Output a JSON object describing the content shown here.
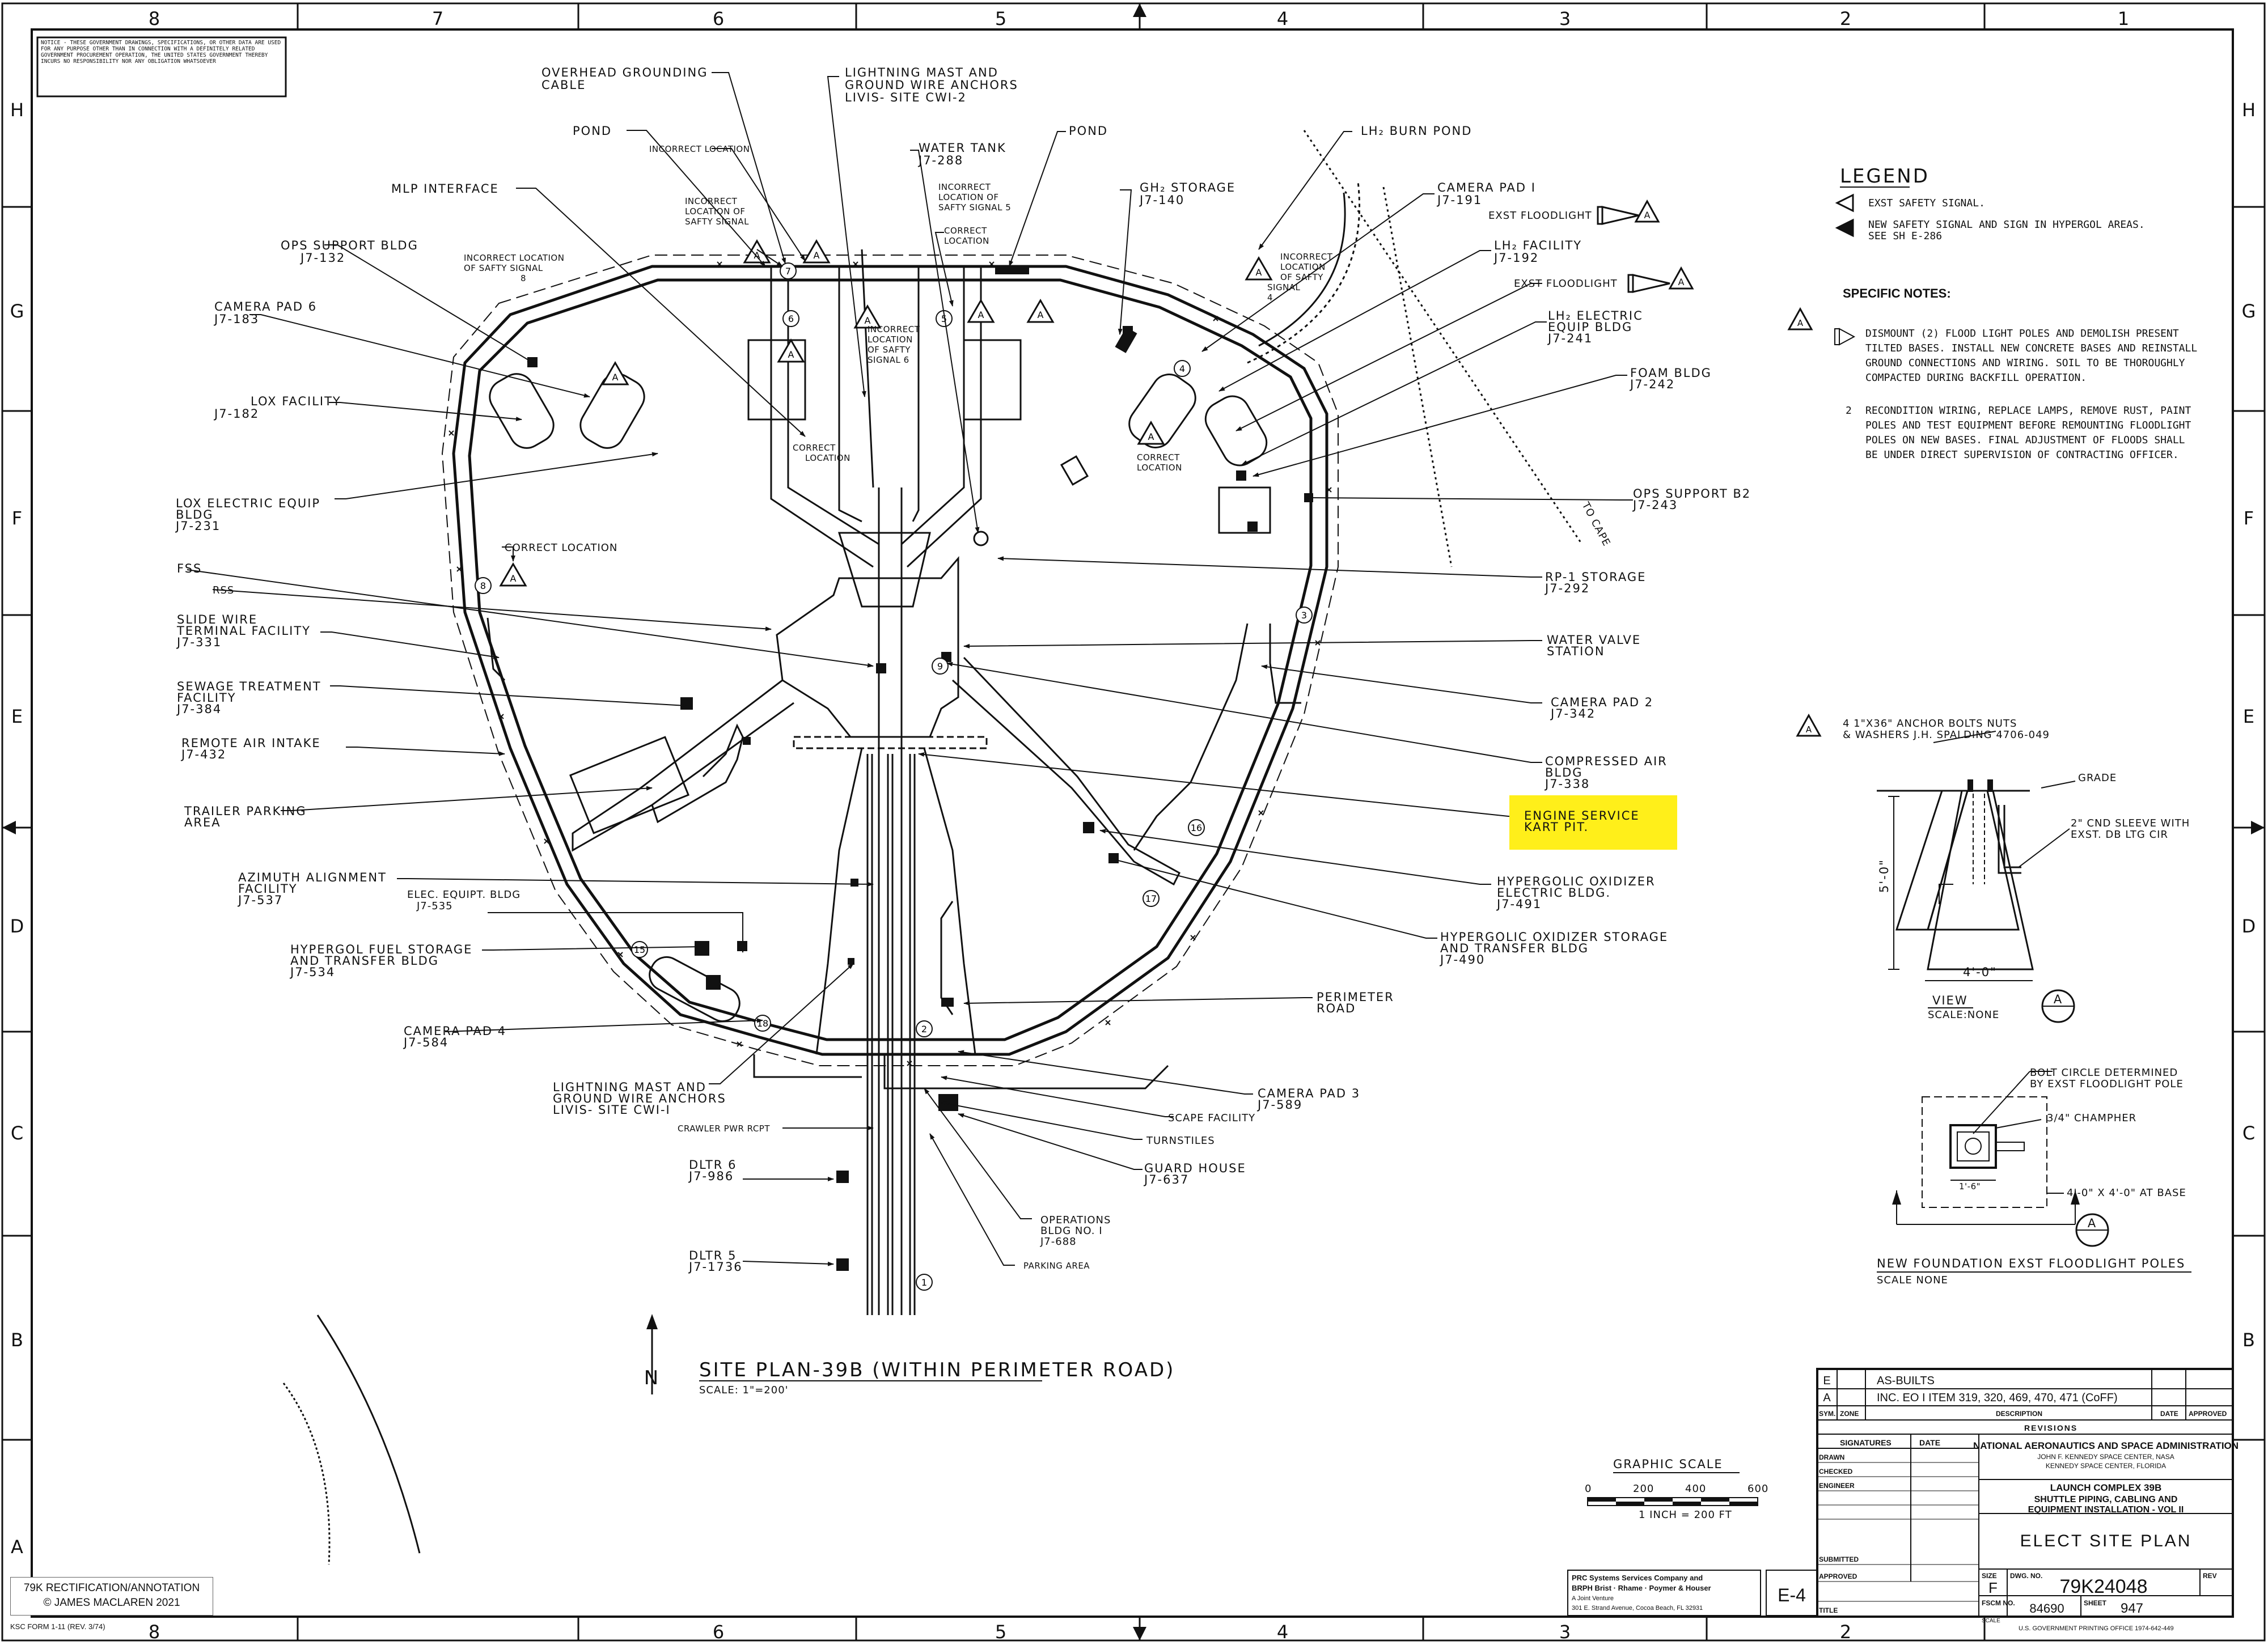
{
  "zones": {
    "columns": [
      "8",
      "7",
      "6",
      "5",
      "4",
      "3",
      "2",
      "1"
    ],
    "rows": [
      "H",
      "G",
      "F",
      "E",
      "D",
      "C",
      "B",
      "A"
    ]
  },
  "notice": "NOTICE - THESE GOVERNMENT DRAWINGS, SPECIFICATIONS, OR OTHER DATA ARE USED FOR ANY PURPOSE OTHER THAN IN CONNECTION WITH A DEFINITELY RELATED GOVERNMENT PROCUREMENT OPERATION, THE UNITED STATES GOVERNMENT THEREBY INCURS NO RESPONSIBILITY NOR ANY OBLIGATION WHATSOEVER",
  "site_labels": {
    "overhead_grounding": [
      "OVERHEAD GROUNDING",
      "CABLE"
    ],
    "lightning_mast_top": [
      "LIGHTNING MAST AND",
      "GROUND WIRE ANCHORS",
      "LIVIS- SITE CWI-2"
    ],
    "pond_left": "POND",
    "incorrect_location_1": "INCORRECT LOCATION",
    "water_tank": [
      "WATER TANK",
      "J7-288"
    ],
    "pond_right": "POND",
    "lh2_burn_pond": "LH₂ BURN POND",
    "mlp_interface": "MLP INTERFACE",
    "incorrect_location_safety_7": [
      "INCORRECT",
      "LOCATION OF",
      "SAFTY SIGNAL"
    ],
    "incorrect_location_safety_5": [
      "INCORRECT",
      "LOCATION OF",
      "SAFTY SIGNAL 5"
    ],
    "correct_location_top": [
      "CORRECT",
      "LOCATION"
    ],
    "gh2_storage": [
      "GH₂ STORAGE",
      "J7-140"
    ],
    "camera_pad_1": [
      "CAMERA PAD I",
      "J7-191"
    ],
    "exst_floodlight_1": "EXST FLOODLIGHT",
    "lh2_facility": [
      "LH₂ FACILITY",
      "J7-192"
    ],
    "exst_floodlight_2": "EXST FLOODLIGHT",
    "ops_support_bldg": [
      "OPS SUPPORT BLDG",
      "J7-132"
    ],
    "incorrect_location_safety_8": [
      "INCORRECT LOCATION",
      "OF SAFTY SIGNAL",
      "8"
    ],
    "incorrect_location_safety_4": [
      "INCORRECT",
      "LOCATION",
      "OF SAFTY",
      "SIGNAL",
      "4"
    ],
    "camera_pad_6": [
      "CAMERA PAD 6",
      "J7-183"
    ],
    "incorrect_location_safety_6": [
      "INCORRECT",
      "LOCATION",
      "OF SAFTY",
      "SIGNAL 6"
    ],
    "lh2_electric": [
      "LH₂ ELECTRIC",
      "EQUIP BLDG",
      "J7-241"
    ],
    "foam_bldg": [
      "FOAM BLDG",
      "J7-242"
    ],
    "lox_facility": [
      "LOX FACILITY",
      "J7-182"
    ],
    "correct_location_mid": [
      "CORRECT",
      "LOCATION"
    ],
    "correct_location_right": [
      "CORRECT",
      "LOCATION"
    ],
    "lox_electric": [
      "LOX ELECTRIC EQUIP",
      "BLDG",
      "J7-231"
    ],
    "ops_support_b2": [
      "OPS SUPPORT B2",
      "J7-243"
    ],
    "to_cape": "TO CAPE",
    "correct_location_left": "CORRECT LOCATION",
    "fss": "FSS",
    "rss": "RSS",
    "rp1_storage": [
      "RP-1 STORAGE",
      "J7-292"
    ],
    "slide_wire": [
      "SLIDE WIRE",
      "TERMINAL FACILITY",
      "J7-331"
    ],
    "water_valve": [
      "WATER VALVE",
      "STATION"
    ],
    "sewage_treatment": [
      "SEWAGE TREATMENT",
      "FACILITY",
      "J7-384"
    ],
    "camera_pad_2": [
      "CAMERA PAD 2",
      "J7-342"
    ],
    "remote_air_intake": [
      "REMOTE AIR INTAKE",
      "J7-432"
    ],
    "compressed_air": [
      "COMPRESSED AIR",
      "BLDG",
      "J7-338"
    ],
    "trailer_parking": [
      "TRAILER PARKING",
      "AREA"
    ],
    "engine_service": [
      "ENGINE SERVICE",
      "KART PIT."
    ],
    "azimuth_alignment": [
      "AZIMUTH ALIGNMENT",
      "FACILITY",
      "J7-537"
    ],
    "elec_equipt_bldg": [
      "ELEC. EQUIPT. BLDG",
      "J7-535"
    ],
    "hypergolic_oxidizer_elec": [
      "HYPERGOLIC OXIDIZER",
      "ELECTRIC BLDG.",
      "J7-491"
    ],
    "hypergolic_oxidizer_storage": [
      "HYPERGOLIC OXIDIZER STORAGE",
      "AND TRANSFER BLDG",
      "J7-490"
    ],
    "hypergol_fuel": [
      "HYPERGOL FUEL STORAGE",
      "AND TRANSFER BLDG",
      "J7-534"
    ],
    "perimeter_road": [
      "PERIMETER",
      "ROAD"
    ],
    "camera_pad_4": [
      "CAMERA PAD 4",
      "J7-584"
    ],
    "lightning_mast_bottom": [
      "LIGHTNING MAST AND",
      "GROUND WIRE ANCHORS",
      "LIVIS- SITE CWI-I"
    ],
    "camera_pad_3": [
      "CAMERA PAD 3",
      "J7-589"
    ],
    "scape_facility": "SCAPE FACILITY",
    "crawler_pwr": "CRAWLER PWR RCPT",
    "turnstiles": "TURNSTILES",
    "dltr_6": [
      "DLTR 6",
      "J7-986"
    ],
    "guard_house": [
      "GUARD HOUSE",
      "J7-637"
    ],
    "operations_bldg": [
      "OPERATIONS",
      "BLDG NO. I",
      "J7-688"
    ],
    "parking_area": "PARKING AREA",
    "dltr_5": [
      "DLTR 5",
      "J7-1736"
    ],
    "north": "N"
  },
  "plan_title": "SITE PLAN-39B (WITHIN PERIMETER ROAD)",
  "plan_scale": "SCALE: 1\"=200'",
  "legend": {
    "title": "LEGEND",
    "items": [
      "EXST SAFETY SIGNAL.",
      "NEW SAFETY SIGNAL AND SIGN IN HYPERGOL AREAS.",
      "SEE SH E-286"
    ],
    "notes_title": "SPECIFIC NOTES:",
    "note1": [
      "DISMOUNT (2) FLOOD LIGHT POLES AND DEMOLISH PRESENT",
      "TILTED BASES.  INSTALL NEW CONCRETE BASES AND REINSTALL",
      "GROUND CONNECTIONS AND WIRING.  SOIL TO BE THOROUGHLY",
      "COMPACTED DURING BACKFILL OPERATION."
    ],
    "note2_num": "2",
    "note2": [
      "RECONDITION WIRING, REPLACE LAMPS, REMOVE RUST, PAINT",
      "POLES AND TEST EQUIPMENT BEFORE REMOUNTING FLOODLIGHT",
      "POLES ON NEW BASES.  FINAL ADJUSTMENT OF FLOODS SHALL",
      "BE UNDER DIRECT SUPERVISION OF CONTRACTING OFFICER."
    ]
  },
  "detail": {
    "anchor_note": [
      "4  1\"X36\" ANCHOR BOLTS NUTS",
      "& WASHERS J.H. SPALDING 4706-049"
    ],
    "grade": "GRADE",
    "conduit": [
      "2\" CND SLEEVE WITH",
      "EXST. DB LTG CIR"
    ],
    "height": "5'-0\"",
    "width": "4'-0\"",
    "view": "VIEW",
    "view_scale": "SCALE:NONE",
    "section_mark": "A",
    "bolt_circle": [
      "BOLT CIRCLE DETERMINED",
      "BY EXST FLOODLIGHT POLE"
    ],
    "chamfer": "3/4\" CHAMPHER",
    "base": "4'-0\" X 4'-0\" AT BASE",
    "base_inner": "1'-6\"",
    "new_foundation_title": "NEW FOUNDATION EXST FLOODLIGHT POLES",
    "new_foundation_scale": "SCALE  NONE"
  },
  "graphic_scale": {
    "title": "GRAPHIC SCALE",
    "ticks": [
      "0",
      "200",
      "400",
      "600"
    ],
    "note": "1 INCH = 200 FT"
  },
  "title_block": {
    "rev_rows": [
      {
        "sym": "E",
        "desc": "AS-BUILTS"
      },
      {
        "sym": "A",
        "desc": "INC. EO I ITEM 319, 320, 469, 470, 471 (CoFF)"
      }
    ],
    "rev_headers": [
      "SYM.",
      "ZONE",
      "DESCRIPTION",
      "DATE",
      "APPROVED"
    ],
    "revisions": "REVISIONS",
    "signatures": "SIGNATURES",
    "date": "DATE",
    "sig_rows": [
      "DRAWN",
      "CHECKED",
      "ENGINEER",
      "",
      "",
      "SUBMITTED",
      "APPROVED"
    ],
    "agency": "NATIONAL AERONAUTICS AND SPACE ADMINISTRATION",
    "agency_sub": [
      "JOHN F. KENNEDY SPACE CENTER, NASA",
      "KENNEDY SPACE CENTER, FLORIDA"
    ],
    "project": [
      "LAUNCH COMPLEX 39B",
      "SHUTTLE PIPING, CABLING AND",
      "EQUIPMENT INSTALLATION - VOL II"
    ],
    "sheet_title": "ELECT SITE PLAN",
    "size_label": "SIZE",
    "size": "F",
    "dwg_label": "DWG. NO.",
    "dwg_no": "79K24048",
    "rev_label": "REV",
    "fscm_label": "FSCM NO.",
    "fscm": "84690",
    "sheet_label": "SHEET",
    "sheet": "947",
    "title_label": "TITLE",
    "sheet_code": "E-4",
    "firm": [
      "PRC Systems Services Company and",
      "BRPH Brist · Rhame · Poymer & Houser",
      "A Joint Venture",
      "301 E. Strand Avenue, Cocoa Beach, FL 32931"
    ],
    "scale_label": "SCALE",
    "form": "KSC FORM 1-11 (REV. 3/74)",
    "printing": "U.S. GOVERNMENT PRINTING OFFICE 1974-642-449"
  },
  "stamp": [
    "79K RECTIFICATION/ANNOTATION",
    "© JAMES MACLAREN 2021"
  ],
  "colors": {
    "highlight": "#ffef1a",
    "ink": "#111111"
  }
}
